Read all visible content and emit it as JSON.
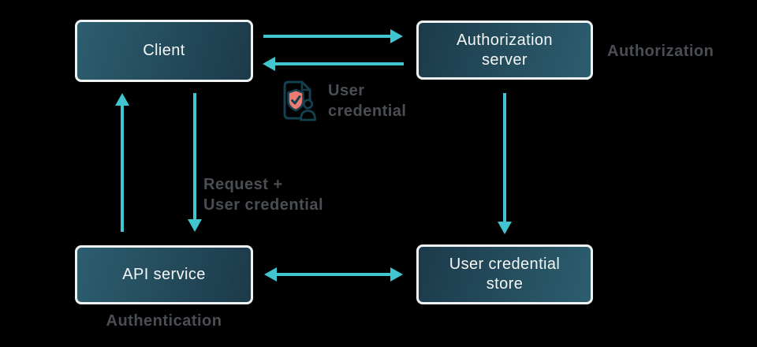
{
  "diagram_type": "flow-diagram",
  "colors": {
    "background": "#000000",
    "box_gradient_light": "#2c5e6f",
    "box_gradient_dark": "#1c3a4a",
    "box_border": "#eef2f2",
    "box_offset_shadow": "#ed7c72",
    "arrow": "#41c5cf",
    "muted_label": "#4a4e54",
    "box_text": "#f4f7f7",
    "icon_outline": "#14404f",
    "icon_shield_fill": "#ed7c72"
  },
  "nodes": {
    "client": {
      "label": "Client"
    },
    "authorization_server": {
      "label": "Authorization\nserver"
    },
    "api_service": {
      "label": "API service"
    },
    "user_credential_store": {
      "label": "User credential\nstore"
    }
  },
  "annotations": {
    "authorization": "Authorization",
    "authentication": "Authentication",
    "user_credential": "User\ncredential",
    "request_plus_credential": "Request +\nUser credential"
  },
  "icons": {
    "user_credential": "document-shield-check-person-icon"
  },
  "edges": [
    {
      "from": "client",
      "to": "authorization_server",
      "style": "arrow-right"
    },
    {
      "from": "authorization_server",
      "to": "client",
      "style": "arrow-left",
      "note": "User credential"
    },
    {
      "from": "authorization_server",
      "to": "user_credential_store",
      "style": "arrow-down"
    },
    {
      "from": "client",
      "to": "api_service",
      "style": "arrow-down",
      "note": "Request + User credential"
    },
    {
      "from": "api_service",
      "to": "client",
      "style": "arrow-up"
    },
    {
      "from": "api_service",
      "to": "user_credential_store",
      "style": "arrow-double-horizontal"
    }
  ]
}
